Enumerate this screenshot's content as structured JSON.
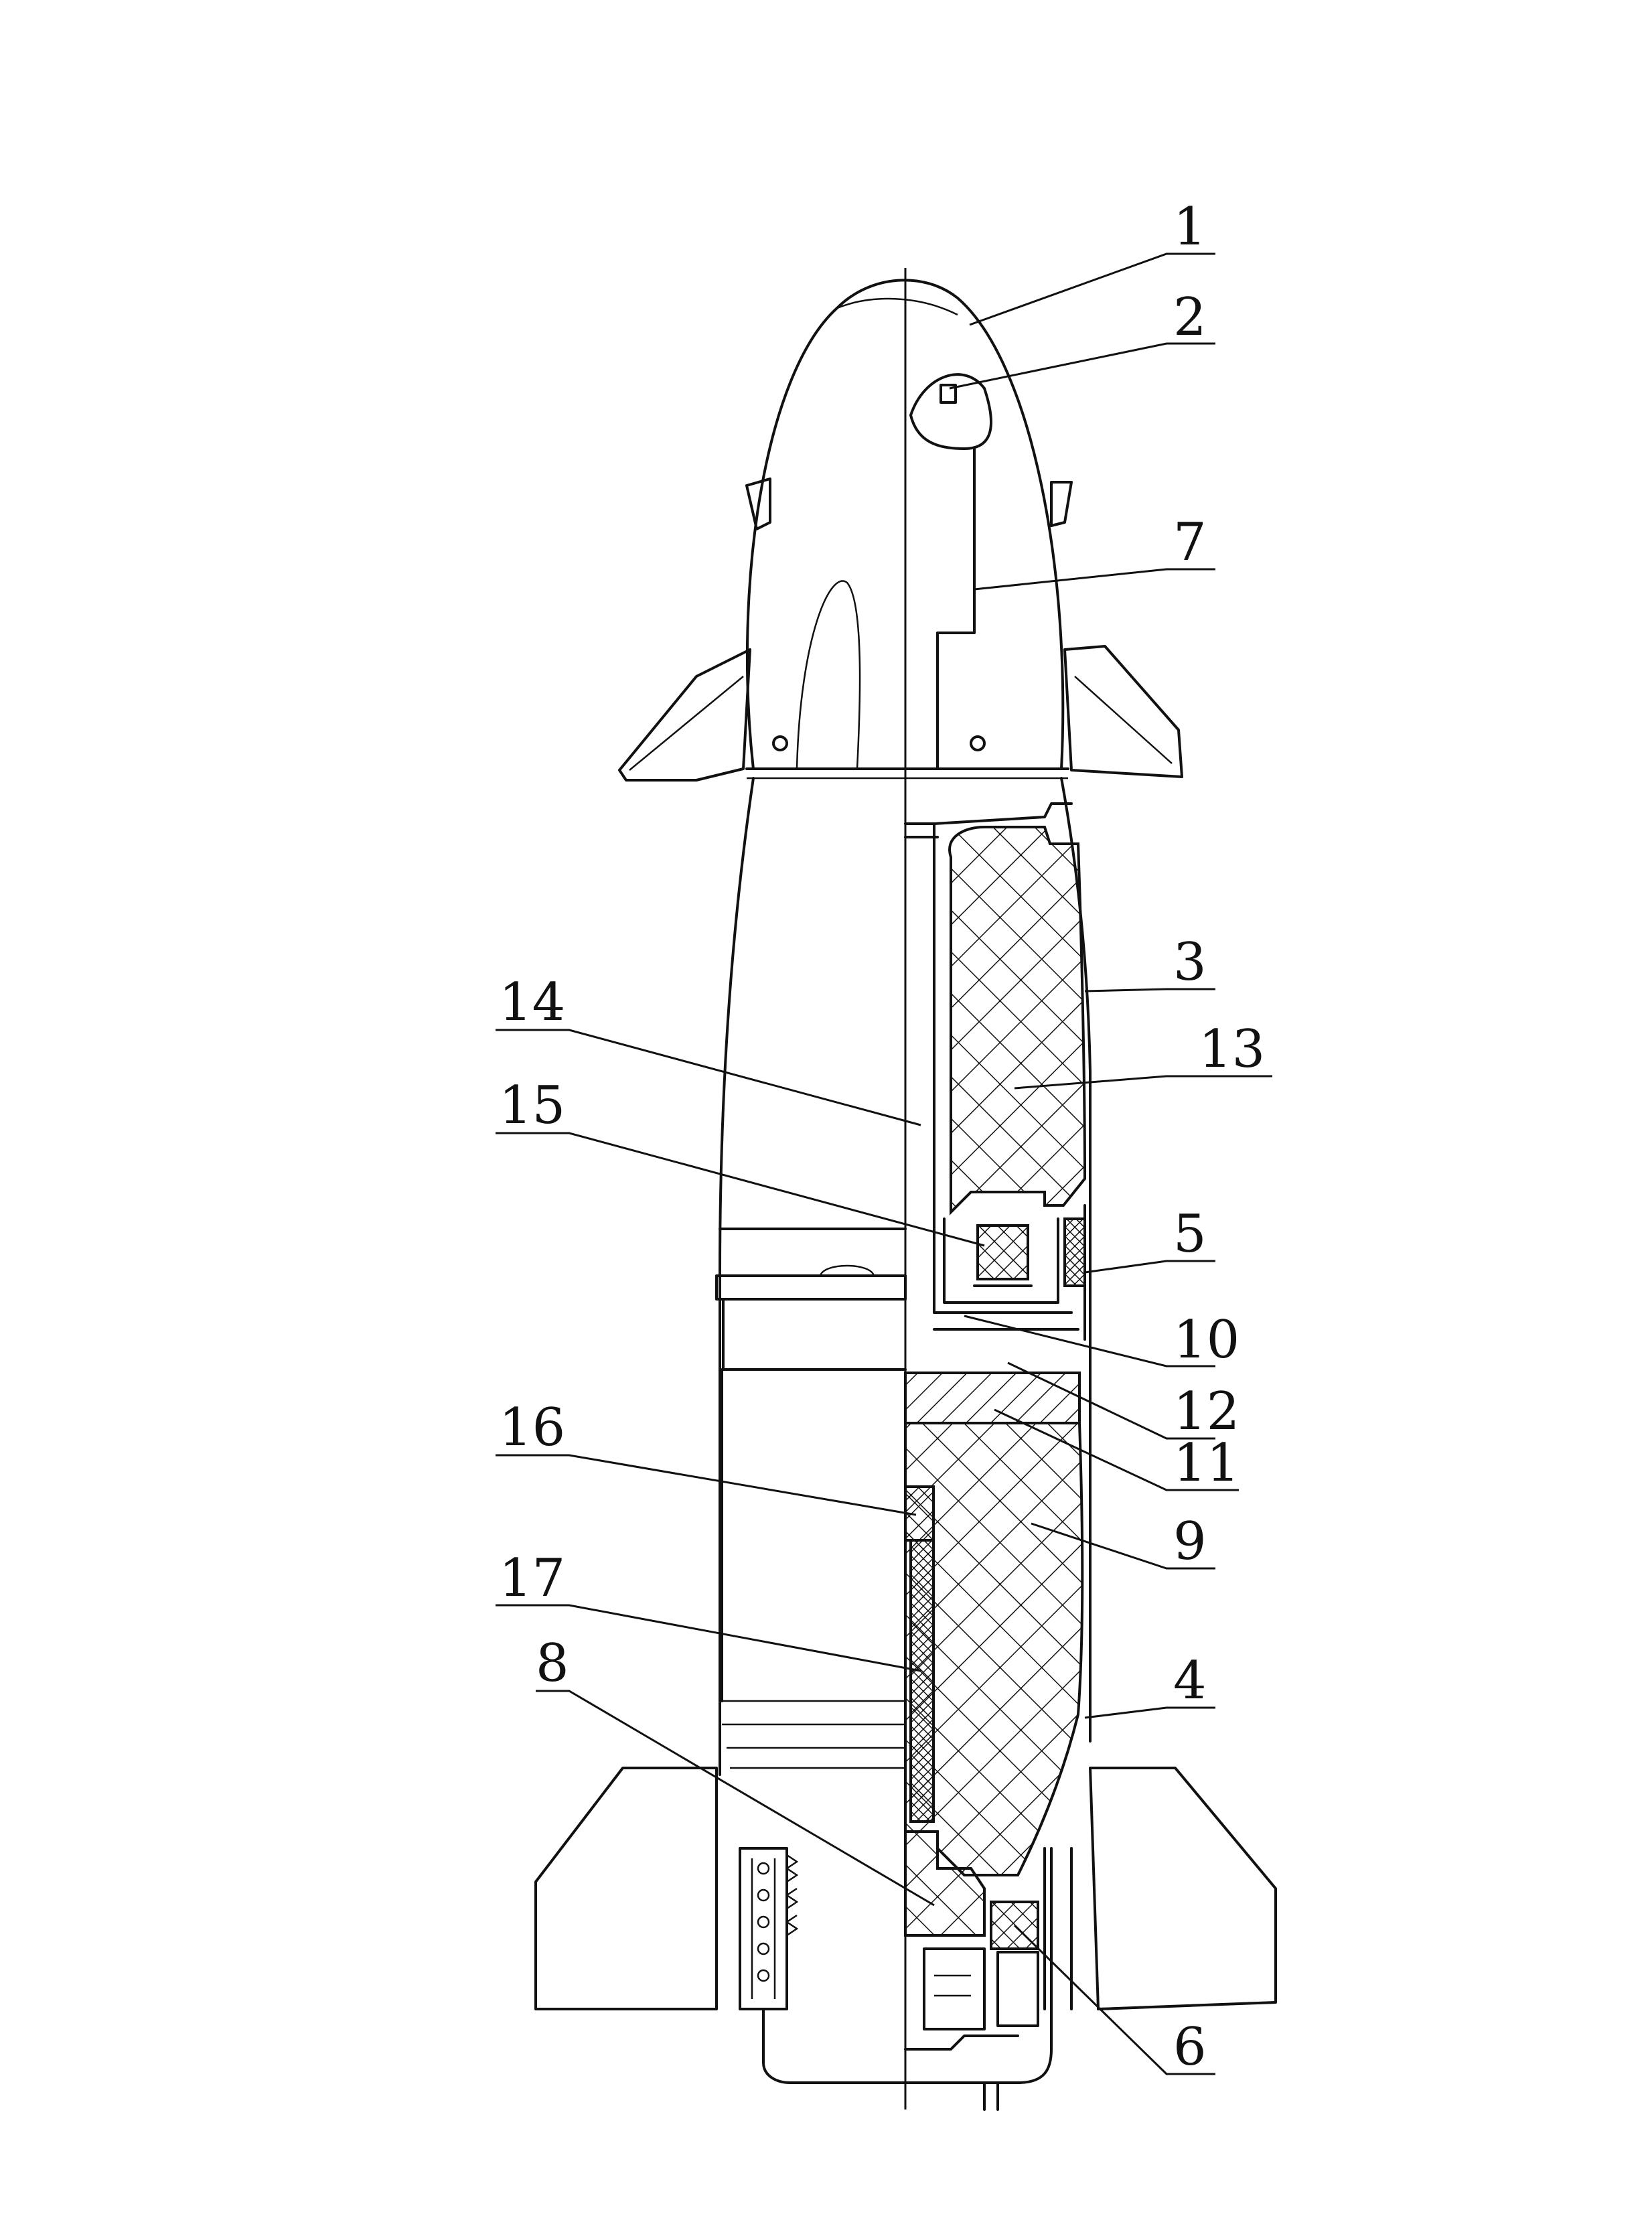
{
  "figure": {
    "labels": [
      "1",
      "2",
      "7",
      "3",
      "13",
      "14",
      "15",
      "5",
      "10",
      "12",
      "11",
      "16",
      "9",
      "17",
      "4",
      "8",
      "6"
    ]
  },
  "colors": {
    "ink": "#111111",
    "background": "#ffffff"
  }
}
